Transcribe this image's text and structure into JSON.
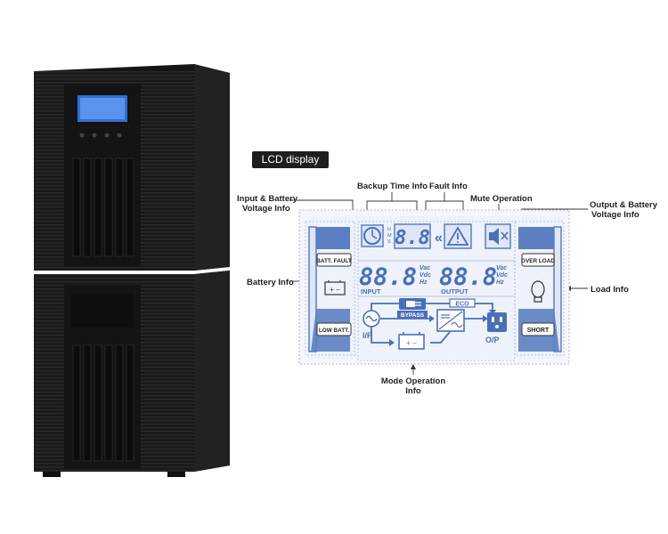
{
  "title_pill": "LCD display",
  "callouts": {
    "input_battery_1": "Input & Battery",
    "input_battery_2": "Voltage Info",
    "backup_time": "Backup Time Info",
    "fault_info": "Fault Info",
    "mute_operation": "Mute Operation",
    "output_battery_1": "Output & Battery",
    "output_battery_2": "Voltage Info",
    "battery_info": "Battery Info",
    "load_info": "Load Info",
    "mode_operation_1": "Mode Operation",
    "mode_operation_2": "Info"
  },
  "lcd": {
    "batt_fault": "BATT. FAULT",
    "low_batt": "LOW BATT.",
    "over_load": "OVER LOAD",
    "short": "SHORT",
    "hms_h": "H",
    "hms_m": "M",
    "hms_s": "S",
    "digits_small": "8.8",
    "digits_input": "88.8",
    "digits_output": "88.8",
    "unit_vac": "Vac",
    "unit_vdc": "Vdc",
    "unit_hz": "Hz",
    "input_label": "INPUT",
    "output_label": "OUTPUT",
    "bypass": "BYPASS",
    "eco": "ECO",
    "ip": "I/P",
    "op": "O/P",
    "chevrons": "«"
  },
  "colors": {
    "lcd_blue": "#5b7fc2",
    "lcd_bg": "#e9eef8",
    "lcd_fill": "#dfe6f5",
    "ups_body": "#1c1c1c"
  }
}
